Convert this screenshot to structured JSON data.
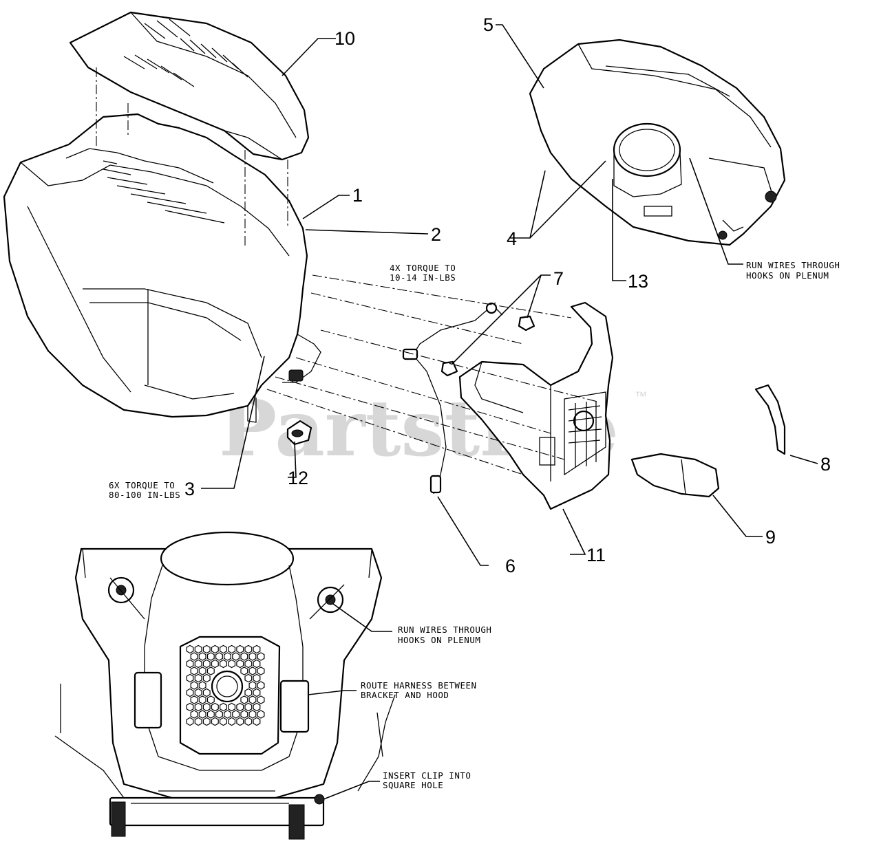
{
  "watermark": {
    "brand": "Partstree",
    "trademark": "™"
  },
  "callouts": [
    {
      "id": "1",
      "text": "1"
    },
    {
      "id": "2",
      "text": "2"
    },
    {
      "id": "3",
      "text": "3"
    },
    {
      "id": "4",
      "text": "4"
    },
    {
      "id": "5",
      "text": "5"
    },
    {
      "id": "6",
      "text": "6"
    },
    {
      "id": "7",
      "text": "7"
    },
    {
      "id": "8",
      "text": "8"
    },
    {
      "id": "9",
      "text": "9"
    },
    {
      "id": "10",
      "text": "10"
    },
    {
      "id": "11",
      "text": "11"
    },
    {
      "id": "12",
      "text": "12"
    },
    {
      "id": "13",
      "text": "13"
    }
  ],
  "notes": {
    "torque_4x_line1": "4X TORQUE TO",
    "torque_4x_line2": "10-14 IN-LBS",
    "torque_6x_line1": "6X TORQUE TO",
    "torque_6x_line2": "80-100 IN-LBS",
    "run_wires_top_line1": "RUN WIRES THROUGH",
    "run_wires_top_line2": "HOOKS ON PLENUM",
    "run_wires_bottom_line1": "RUN WIRES THROUGH",
    "run_wires_bottom_line2": "HOOKS ON PLENUM",
    "route_harness_line1": "ROUTE HARNESS BETWEEN",
    "route_harness_line2": "BRACKET AND HOOD",
    "insert_clip_line1": "INSERT CLIP INTO",
    "insert_clip_line2": "SQUARE HOLE"
  }
}
